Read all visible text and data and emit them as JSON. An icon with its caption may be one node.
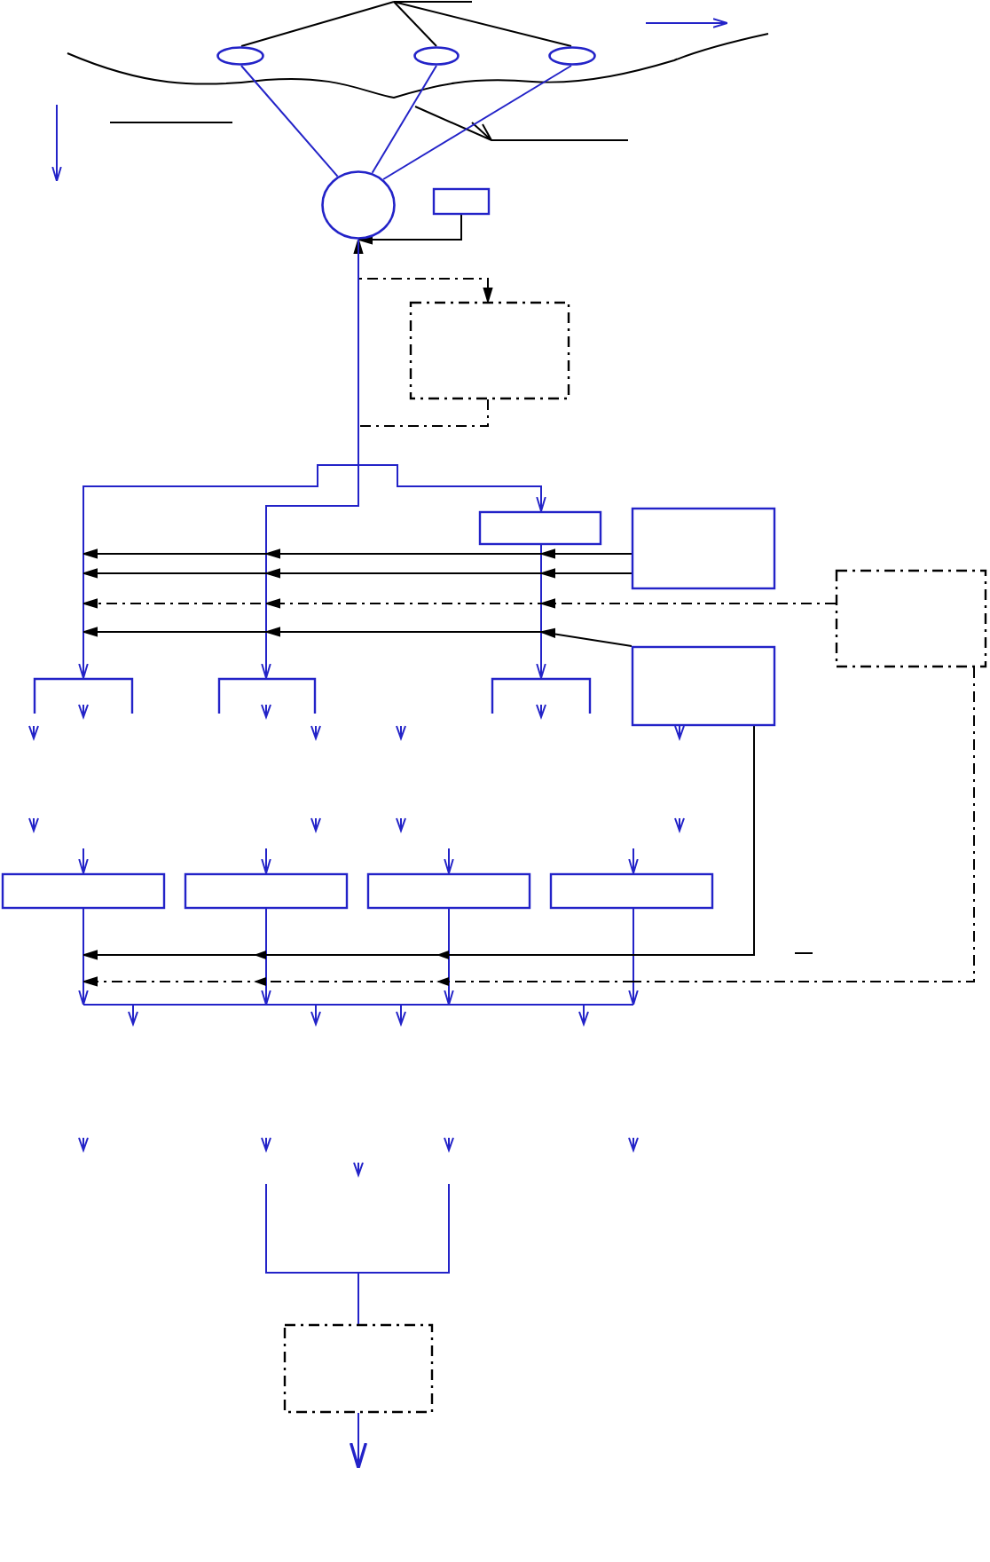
{
  "diagram": {
    "nodes": [
      {
        "text": [],
        "shape": "circle"
      },
      {
        "text": [],
        "shape": "circle"
      },
      {
        "text": [],
        "shape": "circle"
      },
      {
        "text": [],
        "shape": "circle"
      },
      {
        "text": [],
        "shape": "box"
      },
      {
        "text": [],
        "shape": "box"
      },
      {
        "text": [],
        "shape": "box"
      },
      {
        "text": [],
        "shape": "box"
      },
      {
        "text": [],
        "shape": "box"
      },
      {
        "text": [],
        "shape": "box"
      },
      {
        "text": [],
        "shape": "box"
      },
      {
        "text": [],
        "shape": "box"
      },
      {
        "text": [],
        "shape": "box"
      },
      {
        "text": [],
        "shape": "box"
      },
      {
        "text": [],
        "shape": "box"
      },
      {
        "text": [],
        "shape": "bar"
      },
      {
        "text": [],
        "shape": "bar"
      },
      {
        "text": [],
        "shape": "bar"
      }
    ],
    "edges": [
      {
        "from": 0,
        "to": 3,
        "arrow": "none"
      },
      {
        "from": 1,
        "to": 3,
        "arrow": "none"
      },
      {
        "from": 2,
        "to": 3,
        "arrow": "none"
      },
      {
        "from": null,
        "to": 0,
        "arrow": "none",
        "color": "#000000"
      },
      {
        "from": null,
        "to": 1,
        "arrow": "none",
        "color": "#000000"
      },
      {
        "from": null,
        "to": 2,
        "arrow": "none",
        "color": "#000000"
      },
      {
        "from": 4,
        "to": 3,
        "arrow": "to",
        "color": "#000000"
      },
      {
        "from": 3,
        "to": 5,
        "arrow": "to",
        "style": "dashed",
        "color": "#000000"
      },
      {
        "from": 5,
        "to": 3,
        "arrow": "to",
        "style": "dashed",
        "color": "#000000"
      },
      {
        "from": 3,
        "to": 6,
        "arrow": "to"
      },
      {
        "from": 3,
        "to": 15,
        "arrow": "to"
      },
      {
        "from": 3,
        "to": 16,
        "arrow": "to"
      },
      {
        "from": 6,
        "to": 17,
        "arrow": "to"
      },
      {
        "from": 7,
        "to": null,
        "arrow": "to",
        "color": "#000000"
      },
      {
        "from": 7,
        "to": null,
        "arrow": "to",
        "color": "#000000"
      },
      {
        "from": 8,
        "to": null,
        "arrow": "to",
        "style": "dashed",
        "color": "#000000"
      },
      {
        "from": 9,
        "to": null,
        "arrow": "to",
        "color": "#000000"
      },
      {
        "from": null,
        "to": 10,
        "arrow": "to"
      },
      {
        "from": null,
        "to": 11,
        "arrow": "to"
      },
      {
        "from": null,
        "to": 12,
        "arrow": "to"
      },
      {
        "from": null,
        "to": 13,
        "arrow": "to"
      },
      {
        "from": 10,
        "to": null,
        "arrow": "to"
      },
      {
        "from": 11,
        "to": null,
        "arrow": "to"
      },
      {
        "from": 12,
        "to": null,
        "arrow": "to"
      },
      {
        "from": 13,
        "to": null,
        "arrow": "to"
      },
      {
        "from": 9,
        "to": null,
        "arrow": "to",
        "color": "#000000"
      },
      {
        "from": 8,
        "to": null,
        "arrow": "to",
        "style": "dashed",
        "color": "#000000"
      },
      {
        "from": null,
        "to": 14,
        "arrow": "none"
      },
      {
        "from": null,
        "to": 14,
        "arrow": "none"
      },
      {
        "from": 14,
        "to": null,
        "arrow": "to"
      }
    ]
  }
}
